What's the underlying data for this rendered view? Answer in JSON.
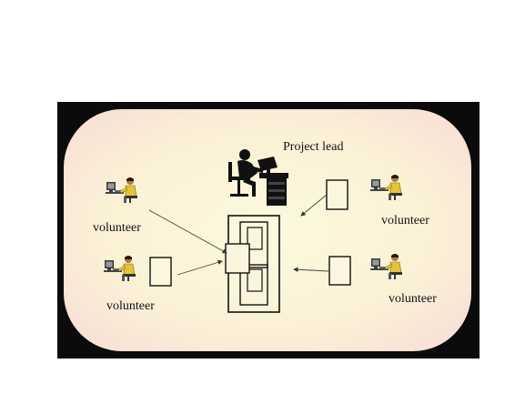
{
  "diagram": {
    "project_lead_label": "Project lead",
    "volunteer_labels": [
      "volunteer",
      "volunteer",
      "volunteer",
      "volunteer"
    ]
  },
  "icons": {
    "project_lead": "person-at-desk-icon",
    "volunteer": "person-at-computer-icon",
    "document": "document-icon",
    "repository": "nested-documents-icon"
  },
  "colors": {
    "frame": "#0b0b0b",
    "panel_center": "#fdf8dc",
    "panel_edge": "#f8dcd6",
    "volunteer_shirt": "#e3c43a",
    "ink": "#111111"
  }
}
